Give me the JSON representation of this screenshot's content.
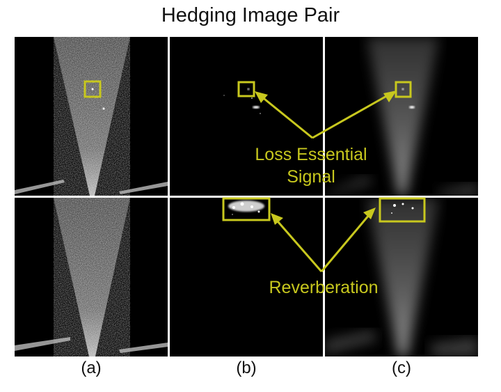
{
  "title": "Hedging Image Pair",
  "captions": [
    "(a)",
    "(b)",
    "(c)"
  ],
  "annotations": {
    "top": [
      "Loss Essential",
      "Signal"
    ],
    "bottom": "Reverberation"
  },
  "colors": {
    "annotation": "#c8c81e",
    "background": "#000000"
  }
}
